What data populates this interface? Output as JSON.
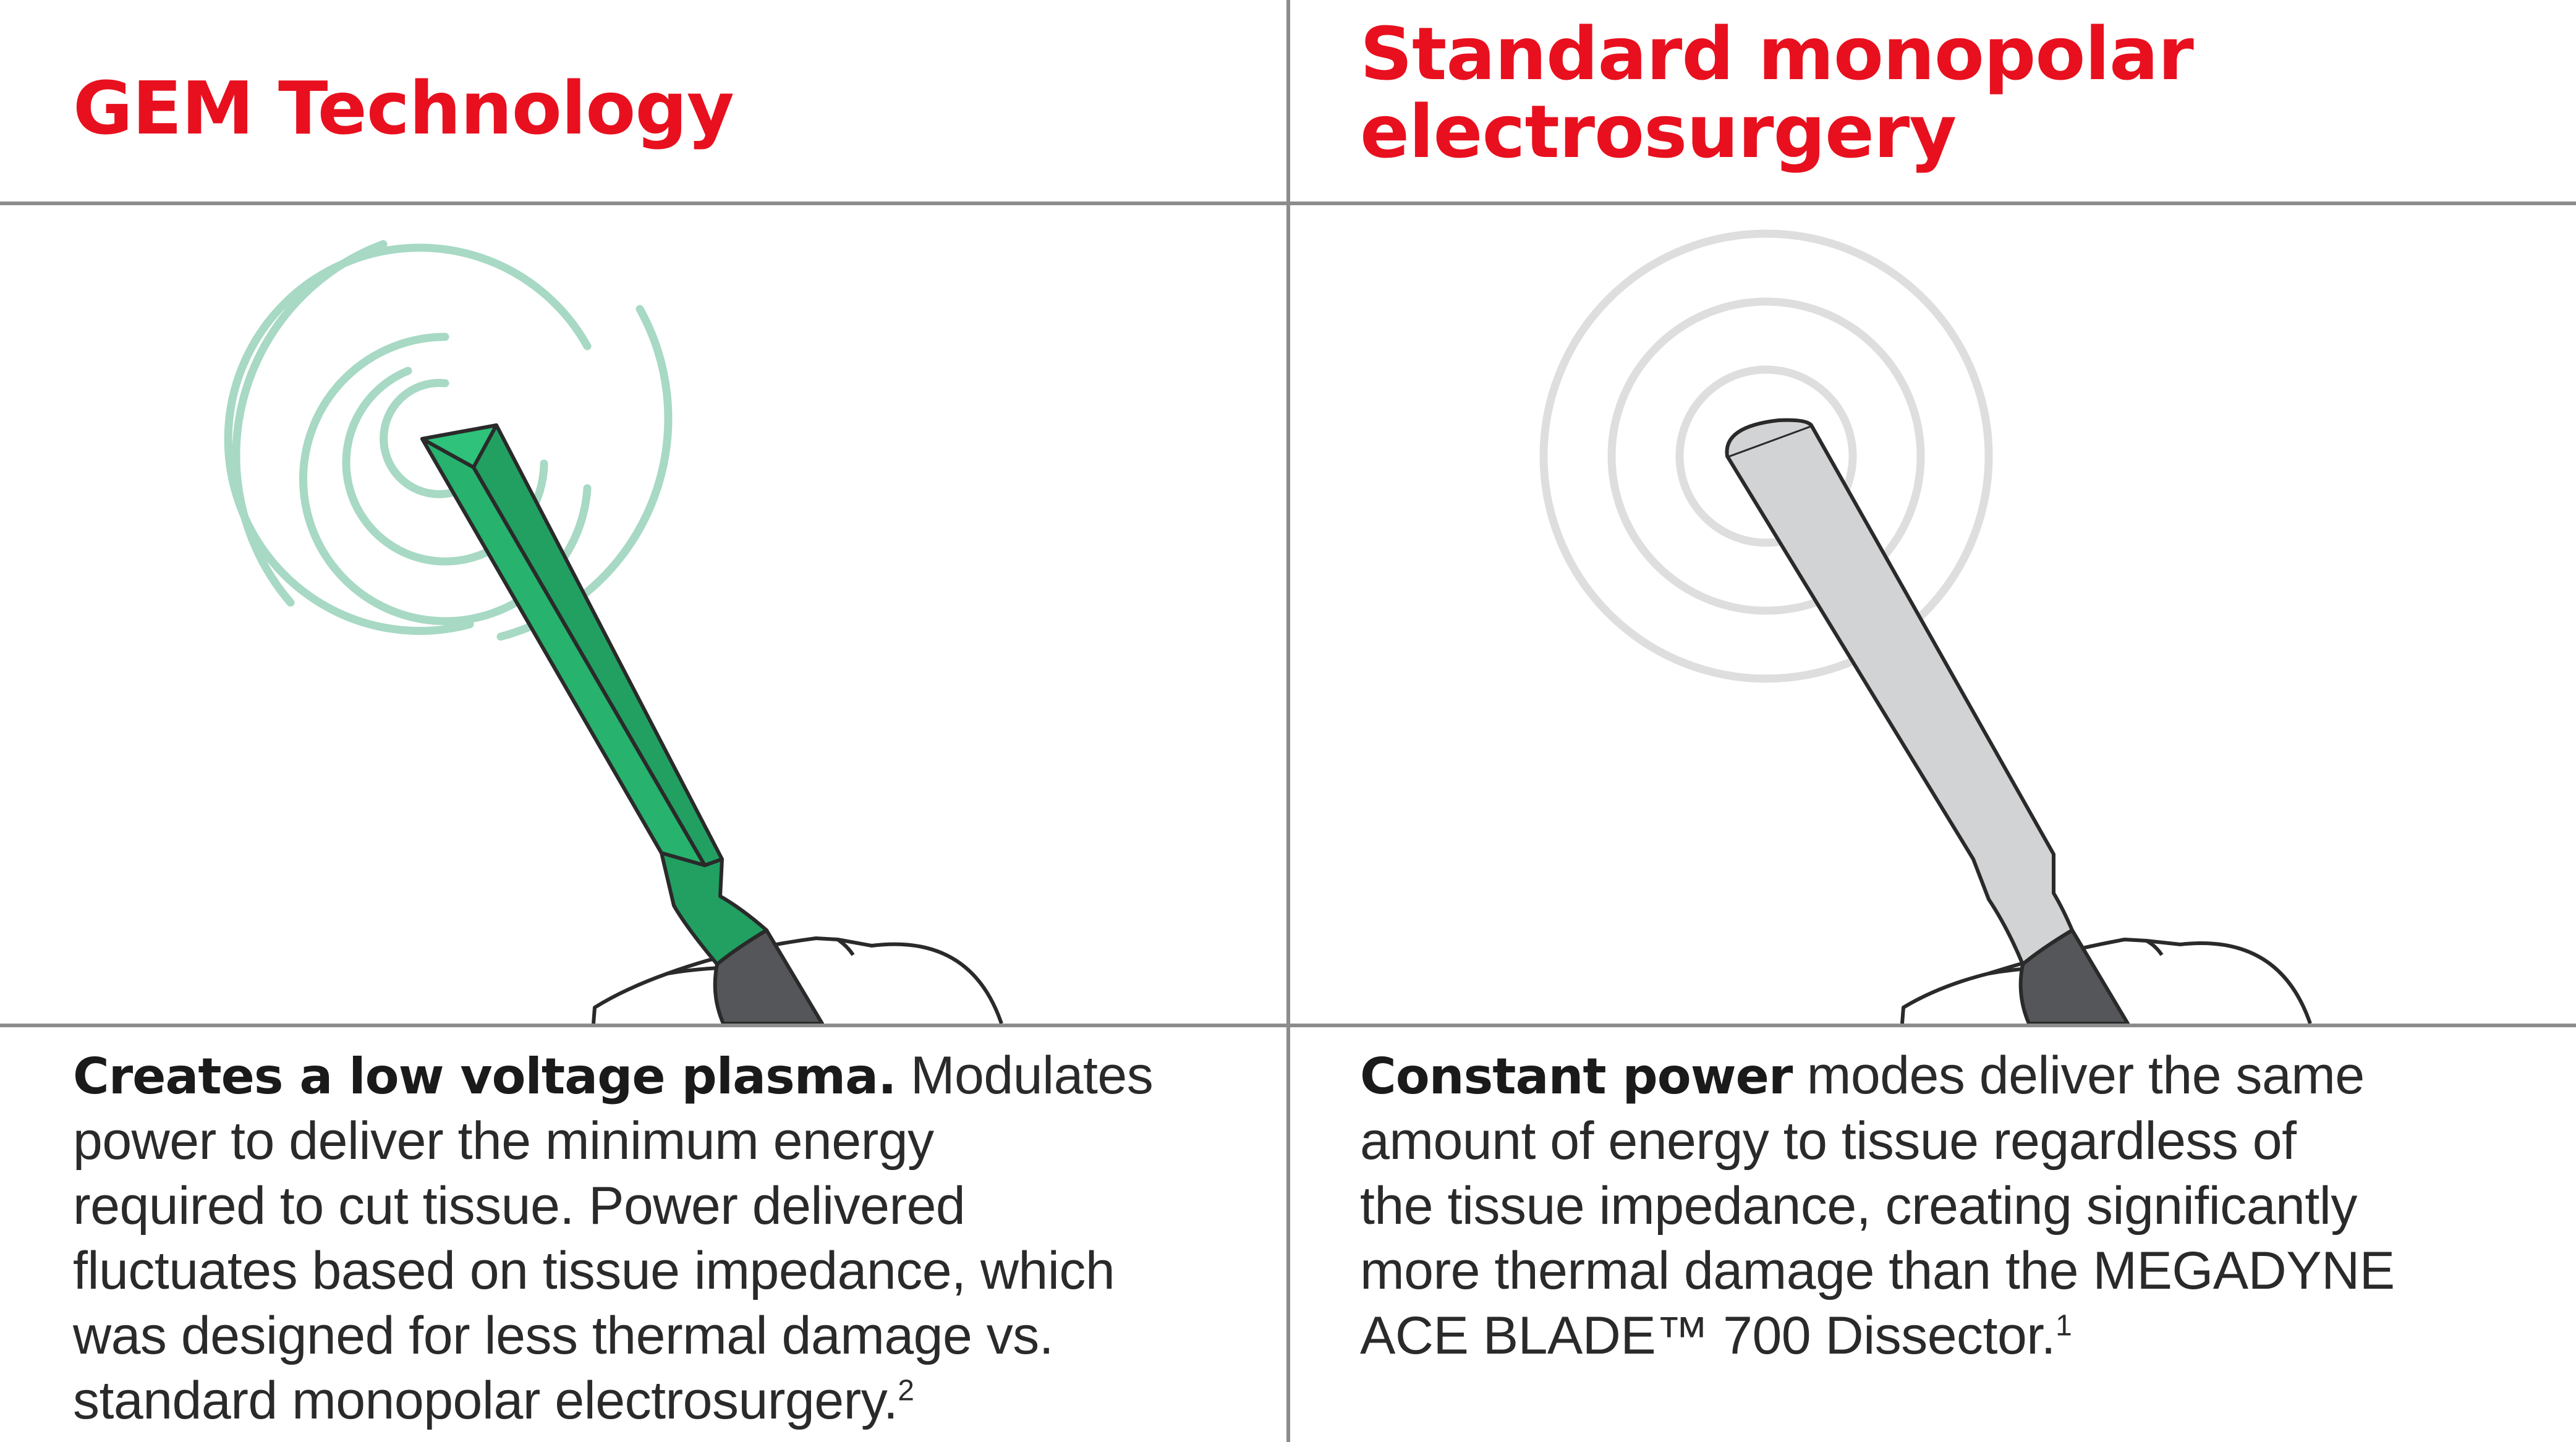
{
  "left_panel": {
    "title": "GEM Technology",
    "description": {
      "lead": "Creates a low voltage plasma.",
      "lines": [
        " Modulates",
        "power to deliver the minimum energy",
        "required to cut tissue. Power delivered",
        "fluctuates based on tissue impedance, which",
        "was designed for less thermal damage vs.",
        "standard monopolar electrosurgery."
      ],
      "footnote": "2"
    },
    "colors": {
      "blade": "#27b26e",
      "blade_dark": "#21a062",
      "waves": "#a7d9c4"
    }
  },
  "right_panel": {
    "title_lines": [
      "Standard monopolar",
      "electrosurgery"
    ],
    "description": {
      "lead": "Constant power",
      "lines": [
        " modes deliver the same",
        "amount of energy to tissue regardless of",
        "the tissue impedance, creating significantly",
        "more thermal damage than the MEGADYNE",
        "ACE BLADE™ 700 Dissector."
      ],
      "footnote": "1"
    },
    "colors": {
      "blade": "#d2d3d4",
      "waves": "#dddedd"
    }
  },
  "colors": {
    "title": "#e8101e",
    "text": "#2a2a2a",
    "lines": "#8c8c8c",
    "handle": "#555659"
  }
}
